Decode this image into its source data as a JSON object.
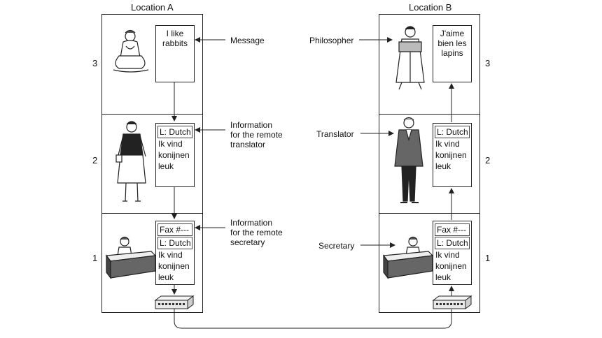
{
  "locations": {
    "a": "Location A",
    "b": "Location B"
  },
  "levels": [
    "3",
    "2",
    "1"
  ],
  "left_labels": {
    "message": "Message",
    "info_translator": [
      "Information",
      "for the remote",
      "translator"
    ],
    "info_secretary": [
      "Information",
      "for the remote",
      "secretary"
    ]
  },
  "right_labels": {
    "philosopher": "Philosopher",
    "translator": "Translator",
    "secretary": "Secretary"
  },
  "docs": {
    "a3": [
      "I like",
      "rabbits"
    ],
    "b3": [
      "J'aime",
      "bien les",
      "lapins"
    ],
    "l2": [
      "L: Dutch",
      "Ik vind",
      "konijnen",
      "leuk"
    ],
    "l1": [
      "Fax #---",
      "L: Dutch",
      "Ik vind",
      "konijnen",
      "leuk"
    ]
  }
}
